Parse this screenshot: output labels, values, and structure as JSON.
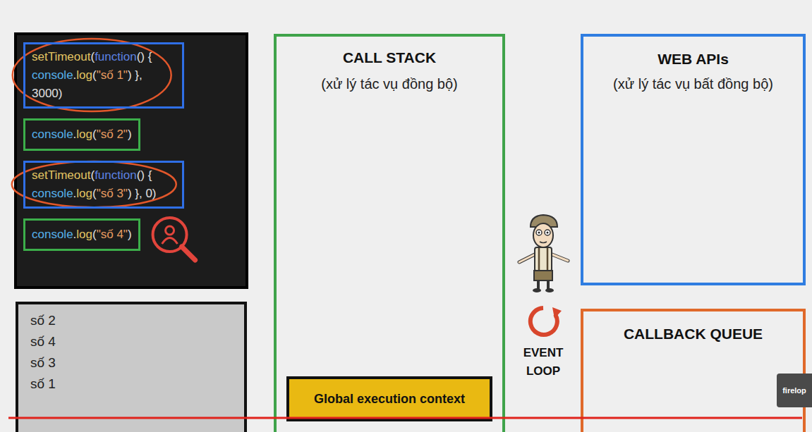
{
  "diagram": {
    "nodes": [
      {
        "text": [
          "setTimeout(function() { console.log(\"số 1\") }, 3000)"
        ]
      },
      {
        "text": [
          "console.log(\"số 2\")"
        ]
      },
      {
        "text": [
          "setTimeout(function() { console.log(\"số 3\") }, 0)"
        ]
      },
      {
        "text": [
          "console.log(\"số 4\")"
        ]
      },
      {
        "text": [
          "số 2",
          "số 4",
          "số 3",
          "số 1"
        ]
      },
      {
        "text": [
          "CALL STACK",
          "(xử lý tác vụ đồng bộ)"
        ]
      },
      {
        "text": [
          "Global execution context"
        ],
        "in": 5
      },
      {
        "text": [
          "WEB APIs",
          "(xử lý tác vụ bất đồng bộ)"
        ]
      },
      {
        "text": [
          "CALLBACK QUEUE"
        ]
      }
    ],
    "labels": [
      "EVENT LOOP",
      "firelop"
    ]
  }
}
